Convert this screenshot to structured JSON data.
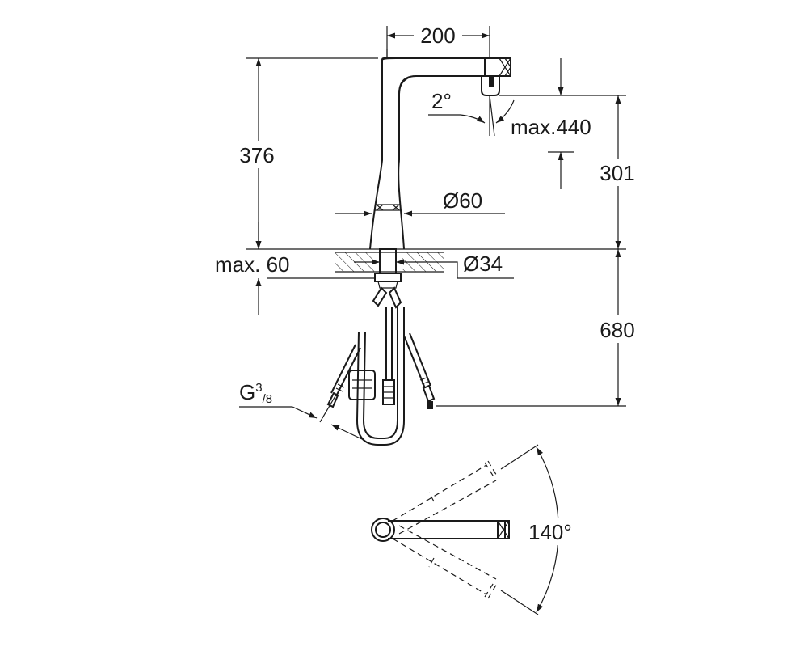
{
  "dimensions": {
    "reach": "200",
    "total_height": "376",
    "max_height_swing": "max.440",
    "spout_height": "301",
    "spray_angle": "2°",
    "base_diameter": "Ø60",
    "hole_diameter": "Ø34",
    "max_deck_thickness": "max. 60",
    "hose_length": "680",
    "connection_G": "G",
    "connection_sup": "3",
    "connection_sub": "/8",
    "swivel_angle": "140°"
  }
}
